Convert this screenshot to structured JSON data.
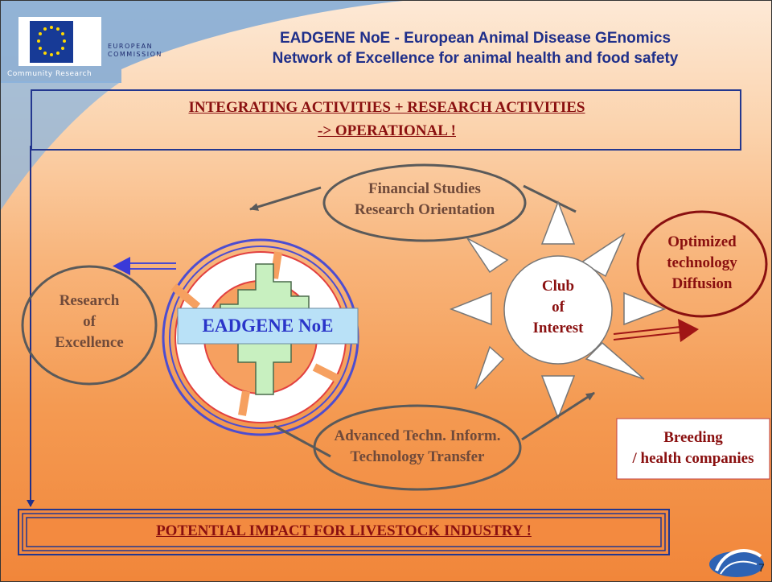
{
  "header": {
    "title_line1": "EADGENE NoE - European Animal Disease GEnomics",
    "title_line2": "Network of Excellence for animal health and food safety",
    "eu_logo_line1": "EUROPEAN",
    "eu_logo_line2": "COMMISSION",
    "community_research": "Community Research"
  },
  "banner_top": {
    "line1": "INTEGRATING ACTIVITIES + RESEARCH ACTIVITIES",
    "line2": "-> OPERATIONAL !"
  },
  "nodes": {
    "financial": {
      "line1": "Financial Studies",
      "line2": "Research Orientation"
    },
    "research_excellence": {
      "line1": "Research",
      "line2": "of",
      "line3": "Excellence"
    },
    "eadgene_label": "EADGENE NoE",
    "club": {
      "line1": "Club",
      "line2": "of",
      "line3": "Interest"
    },
    "optimized": {
      "line1": "Optimized",
      "line2": "technology",
      "line3": "Diffusion"
    },
    "advanced": {
      "line1": "Advanced Techn. Inform.",
      "line2": "Technology Transfer"
    },
    "breeding": {
      "line1": "Breeding",
      "line2": "/ health companies"
    }
  },
  "banner_bottom": {
    "text": "POTENTIAL IMPACT FOR LIVESTOCK INDUSTRY !"
  },
  "page_number": "7",
  "colors": {
    "navy": "#1f2f8a",
    "dark_red": "#8a1010",
    "brown_text": "#704a3a",
    "eadgene_blue": "#2a35c9",
    "label_box": "#b9e1f7",
    "cross_green": "#c8f0c0"
  }
}
